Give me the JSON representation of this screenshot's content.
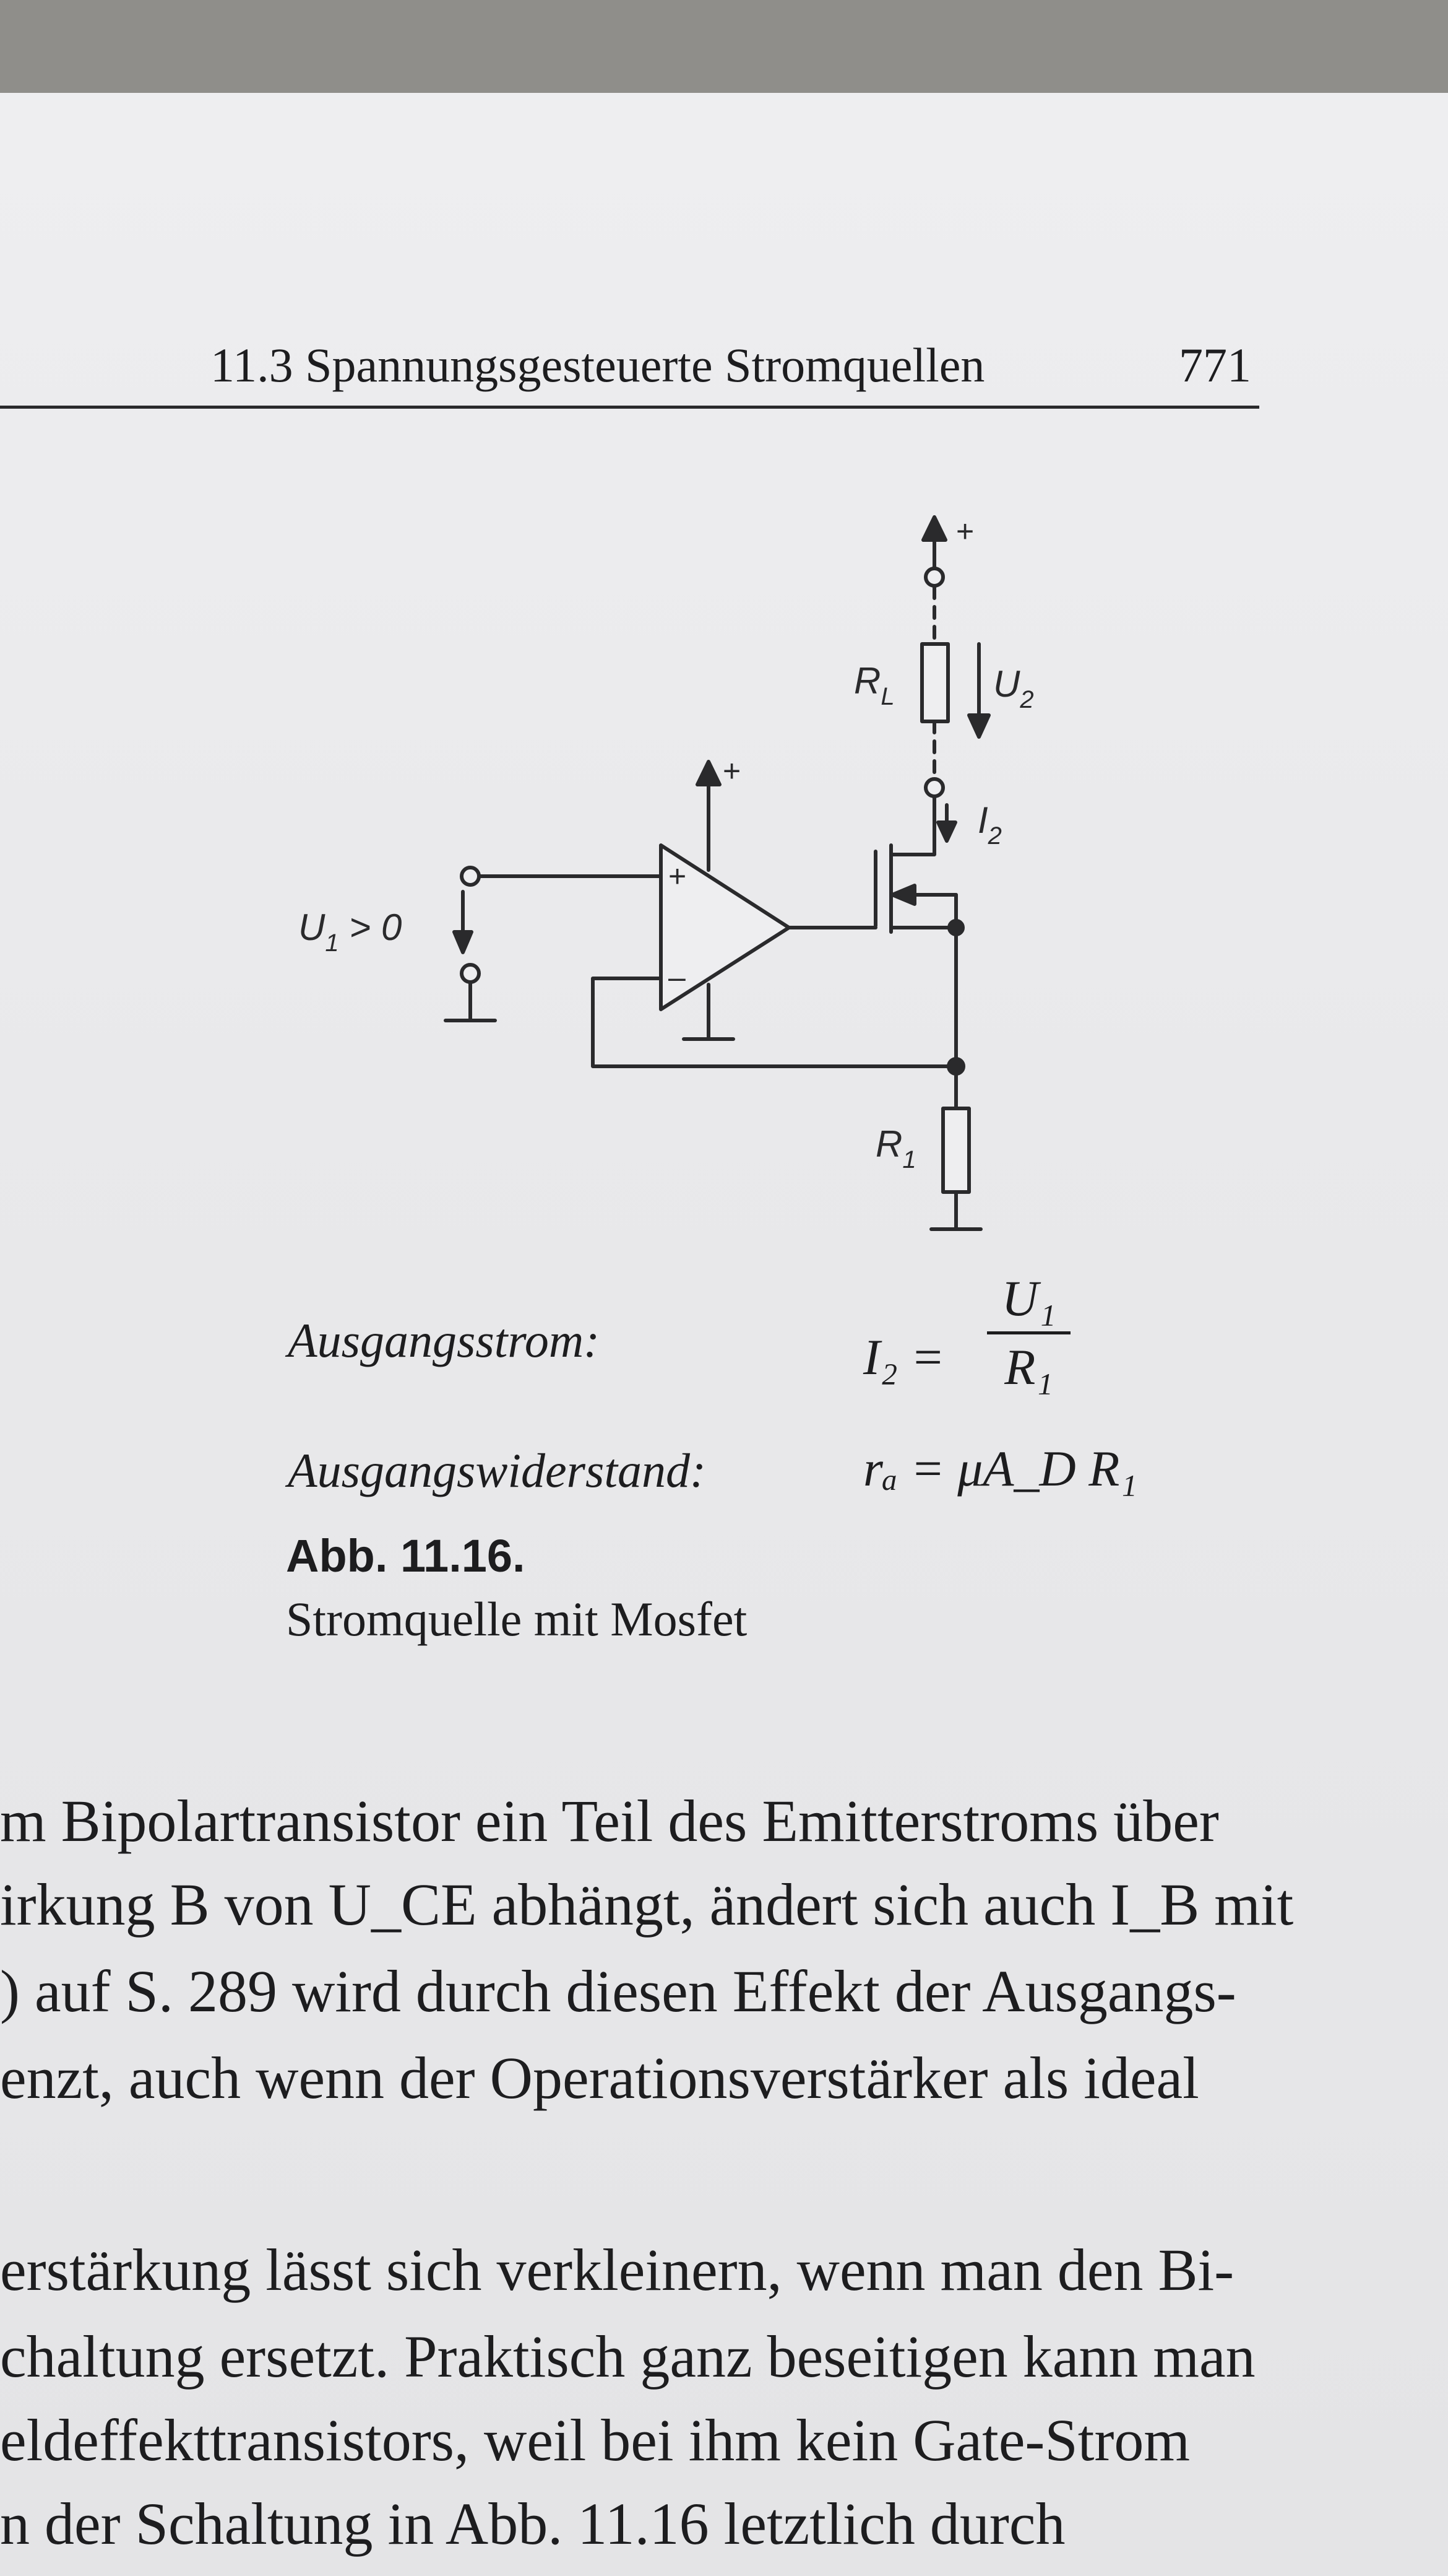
{
  "header": {
    "running_head": "11.3 Spannungsgesteuerte Stromquellen",
    "page_number": "771"
  },
  "circuit": {
    "supply_top": "+",
    "supply_opamp": "+",
    "opamp_in_plus": "+",
    "opamp_in_minus": "–",
    "input_voltage": "U",
    "input_voltage_sub": "1",
    "input_voltage_cond": " > 0",
    "load_resistor": "R",
    "load_resistor_sub": "L",
    "output_voltage": "U",
    "output_voltage_sub": "2",
    "output_current": "I",
    "output_current_sub": "2",
    "sense_resistor": "R",
    "sense_resistor_sub": "1"
  },
  "formulas": {
    "output_current_label": "Ausgangsstrom:",
    "output_current_lhs": "I₂ =",
    "output_current_numerator": "U₁",
    "output_current_denominator": "R₁",
    "output_resistance_label": "Ausgangswiderstand:",
    "output_resistance": "rₐ = μA_D R₁"
  },
  "figure": {
    "number": "Abb. 11.16.",
    "title": "Stromquelle mit Mosfet"
  },
  "body_text": {
    "line_1": "m Bipolartransistor ein Teil des Emitterstroms über",
    "line_2": "irkung B von U_CE abhängt, ändert sich auch I_B mit",
    "line_3": ") auf S. 289 wird durch diesen Effekt der Ausgangs-",
    "line_4": "enzt, auch wenn der Operationsverstärker als ideal",
    "line_5": "erstärkung lässt sich verkleinern, wenn man den Bi-",
    "line_6": "chaltung ersetzt. Praktisch ganz beseitigen kann man",
    "line_7": "eldeffekttransistors, weil bei ihm kein Gate-Strom",
    "line_8": "n der Schaltung in Abb. 11.16 letztlich durch"
  }
}
